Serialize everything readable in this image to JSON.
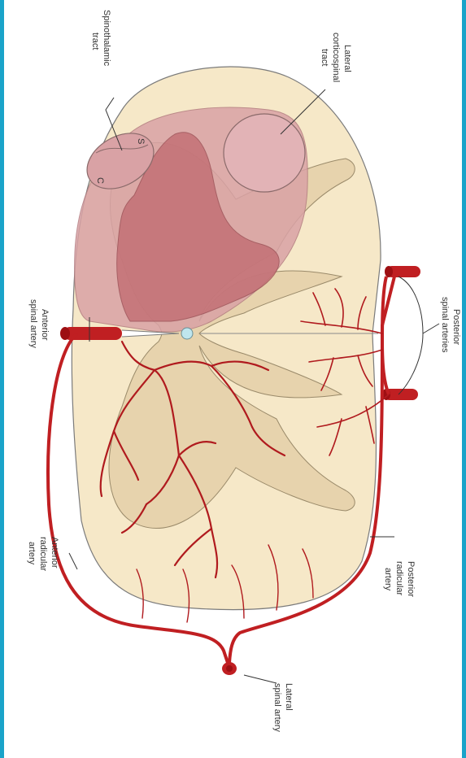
{
  "colors": {
    "cord": "#f6e8c8",
    "grey_matter": "#e7d3ad",
    "pink_region": "#d79a9d",
    "dark_pink": "#c26d72",
    "artery": "#c01f22",
    "artery_dark": "#9d0f13",
    "outline": "#7b7b7b",
    "canal": "#bfe6ee",
    "side_bar": "#1aa3c9"
  },
  "labels": {
    "spinothalamic": [
      "Spinothalamic",
      "tract"
    ],
    "lateral_corticospinal": [
      "Lateral",
      "corticospinal",
      "tract"
    ],
    "posterior_spinal": [
      "Posterior",
      "spinal arteries"
    ],
    "anterior_spinal": [
      "Anterior",
      "spinal artery"
    ],
    "anterior_radicular": [
      "Anterior",
      "radicular",
      "artery"
    ],
    "posterior_radicular": [
      "Posterior",
      "radicular",
      "artery"
    ],
    "lateral_spinal": [
      "Lateral",
      "spinal artery"
    ],
    "s_marker": "S",
    "c_marker": "C"
  }
}
